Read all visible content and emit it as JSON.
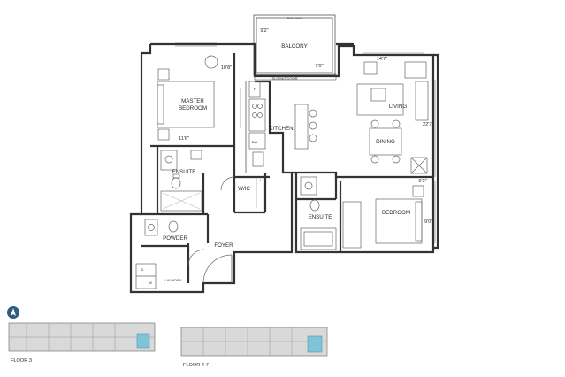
{
  "rooms": {
    "balcony": "BALCONY",
    "railing": "RAILING",
    "master_bedroom_line1": "MASTER",
    "master_bedroom_line2": "BEDROOM",
    "living": "LIVING",
    "dining": "DINING",
    "kitchen": "KITCHEN",
    "ensuite_master": "ENSUITE",
    "ensuite_bedroom": "ENSUITE",
    "bedroom": "BEDROOM",
    "wic": "W/IC",
    "powder": "POWDER",
    "foyer": "FOYER",
    "laundry": "LAUNDRY",
    "sliding_door": "SLIDING DOOR"
  },
  "dimensions": {
    "balcony_width": "9'2\"",
    "balcony_depth": "7'0\"",
    "master_width": "10'8\"",
    "master_depth": "11'6\"",
    "living_width": "14'7\"",
    "living_depth": "22'7\"",
    "bedroom_width": "9'2\"",
    "bedroom_depth": "9'0\""
  },
  "appliances": {
    "fridge": "F",
    "dishwasher": "DW",
    "linen": "L",
    "dryer": "D",
    "washer": "W"
  },
  "key_plans": {
    "floor_a": "FLOOR 3",
    "floor_b": "FLOOR 4-7"
  },
  "colors": {
    "highlight": "#7fc3d6",
    "walls": "#333333",
    "compass": "#2b5f7e"
  },
  "icons": {
    "compass": "north-arrow-icon"
  }
}
